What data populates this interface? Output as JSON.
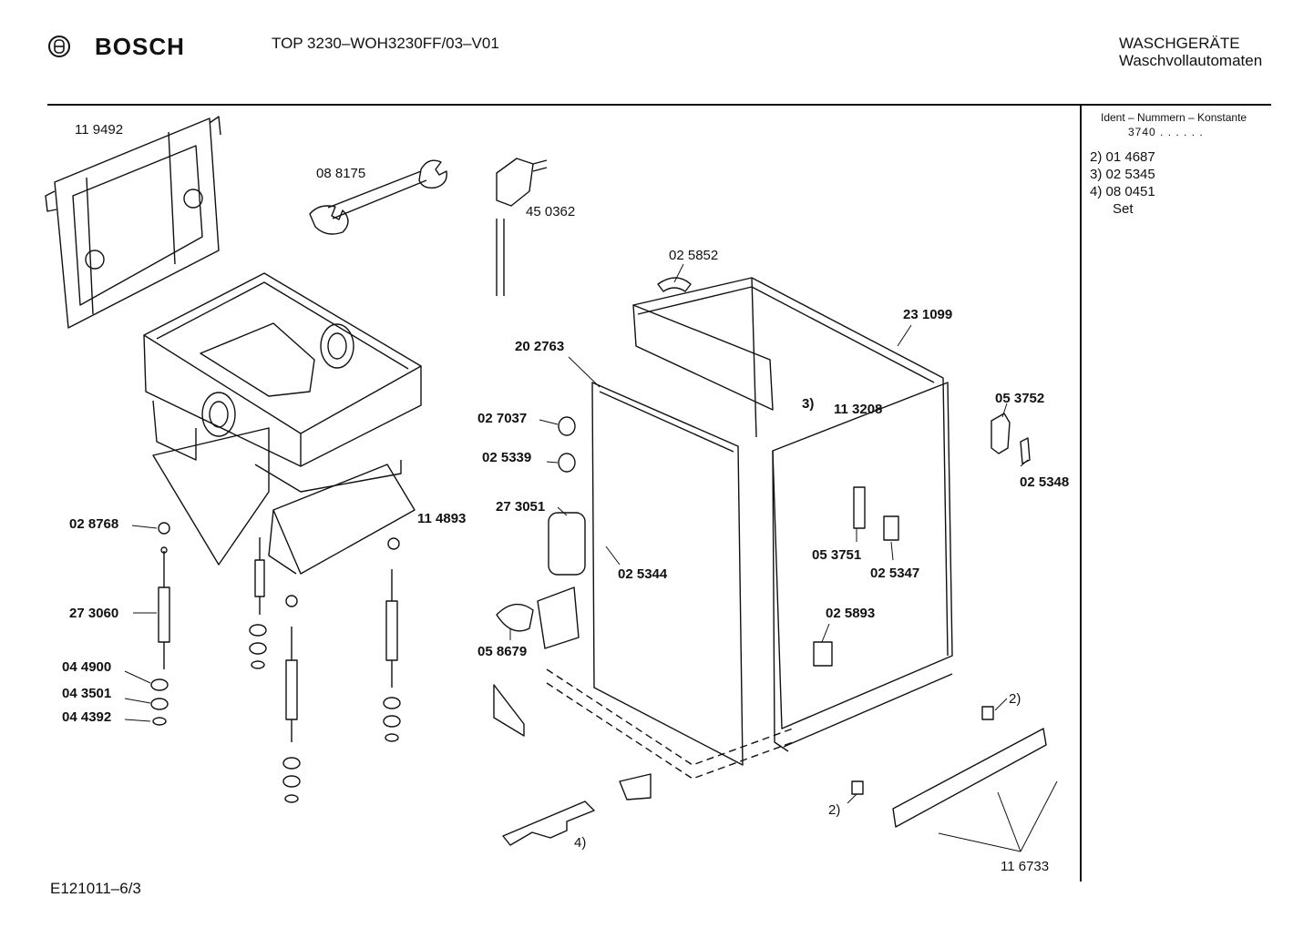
{
  "header": {
    "brand": "BOSCH",
    "title": "TOP 3230–WOH3230FF/03–V01",
    "category_line1": "WASCHGERÄTE",
    "category_line2": "Waschvollautomaten"
  },
  "sidebar": {
    "ident_title": "Ident – Nummern – Konstante",
    "ident_value": "3740  .  .  .  .  .  .",
    "lines": [
      "2)  01 4687",
      "3)  02 5345",
      "4)  08 0451",
      "      Set"
    ]
  },
  "footer": {
    "sheet_code": "E121011–6/3"
  },
  "parts": {
    "p119492": "11 9492",
    "p088175": "08 8175",
    "p450362": "45 0362",
    "p025852": "02 5852",
    "p231099": "23 1099",
    "p202763": "20 2763",
    "p027037": "02 7037",
    "p025339": "02 5339",
    "ref3": "3)",
    "p113208": "11 3208",
    "p053752": "05 3752",
    "p025348": "02 5348",
    "p028768": "02 8768",
    "p114893": "11 4893",
    "p273051": "27 3051",
    "p025344": "02 5344",
    "p053751": "05 3751",
    "p025347": "02 5347",
    "p273060": "27 3060",
    "p025893": "02 5893",
    "p058679": "05 8679",
    "p044900": "04 4900",
    "p043501": "04 3501",
    "p044392": "04 4392",
    "ref2a": "2)",
    "ref2b": "2)",
    "ref4": "4)",
    "p116733": "11 6733"
  }
}
